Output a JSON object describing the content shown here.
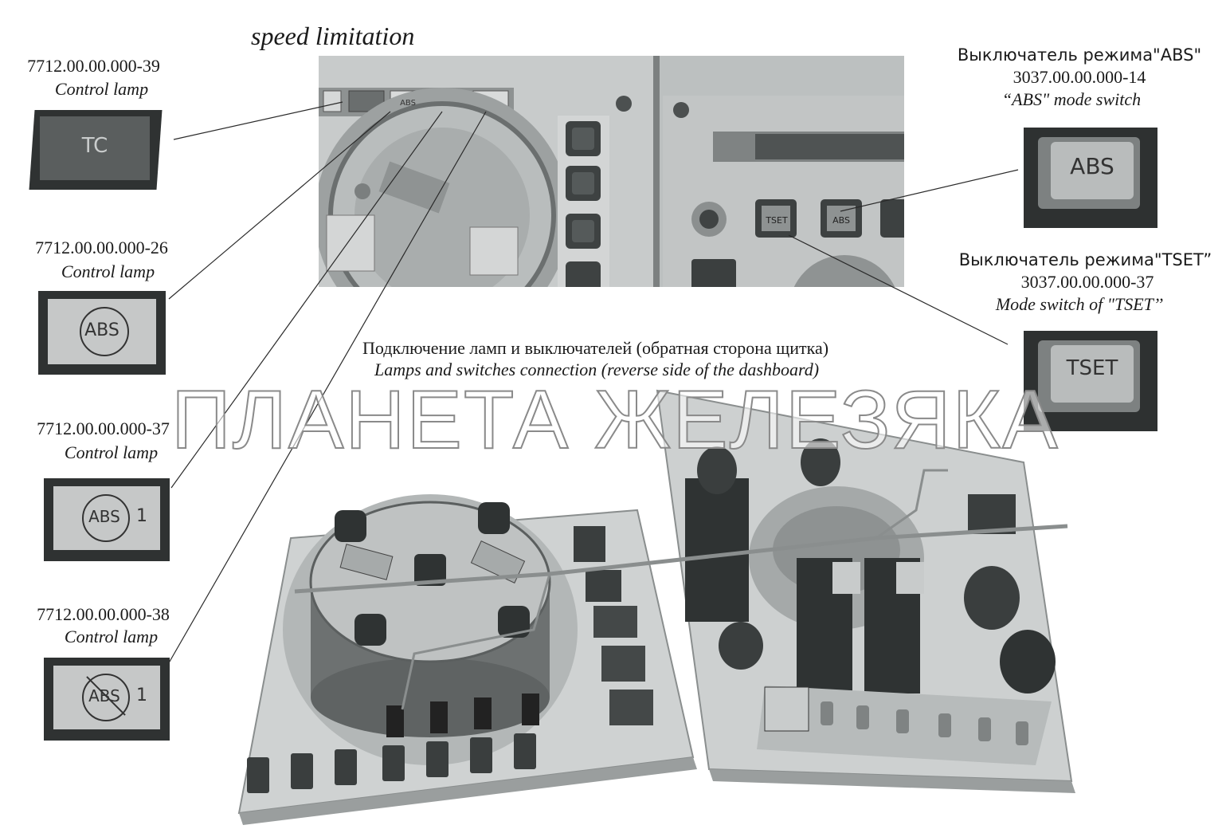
{
  "title": "speed limitation",
  "center_caption": {
    "ru": "Подключение ламп и выключателей (обратная сторона щитка)",
    "en": "Lamps and switches connection (reverse side of the dashboard)"
  },
  "watermark": "ПЛАНЕТА ЖЕЛЕЗЯКА",
  "left_parts": [
    {
      "number": "7712.00.00.000-39",
      "name": "Control lamp",
      "symbol": "TC"
    },
    {
      "number": "7712.00.00.000-26",
      "name": "Control lamp",
      "symbol": "ABS"
    },
    {
      "number": "7712.00.00.000-37",
      "name": "Control lamp",
      "symbol": "ABS",
      "suffix": "1"
    },
    {
      "number": "7712.00.00.000-38",
      "name": "Control lamp",
      "symbol": "ABS",
      "suffix": "1"
    }
  ],
  "right_parts": [
    {
      "ru": "Выключатель режима\"ABS\"",
      "number": "3037.00.00.000-14",
      "en": "“ABS\" mode switch",
      "symbol": "ABS"
    },
    {
      "ru": "Выключатель режима\"TSET”",
      "number": "3037.00.00.000-37",
      "en": "Mode switch of  \"TSET’’",
      "symbol": "TSET"
    }
  ],
  "dash_labels": {
    "lamp_a": "ABS",
    "switch_a": "TSET",
    "switch_b": "ABS"
  },
  "colors": {
    "panel": "#c9cccc",
    "panel_dark": "#6f7373",
    "lamp_body": "#4a4a4a",
    "lamp_face": "#c6c8c8",
    "line": "#2a2a2a"
  }
}
